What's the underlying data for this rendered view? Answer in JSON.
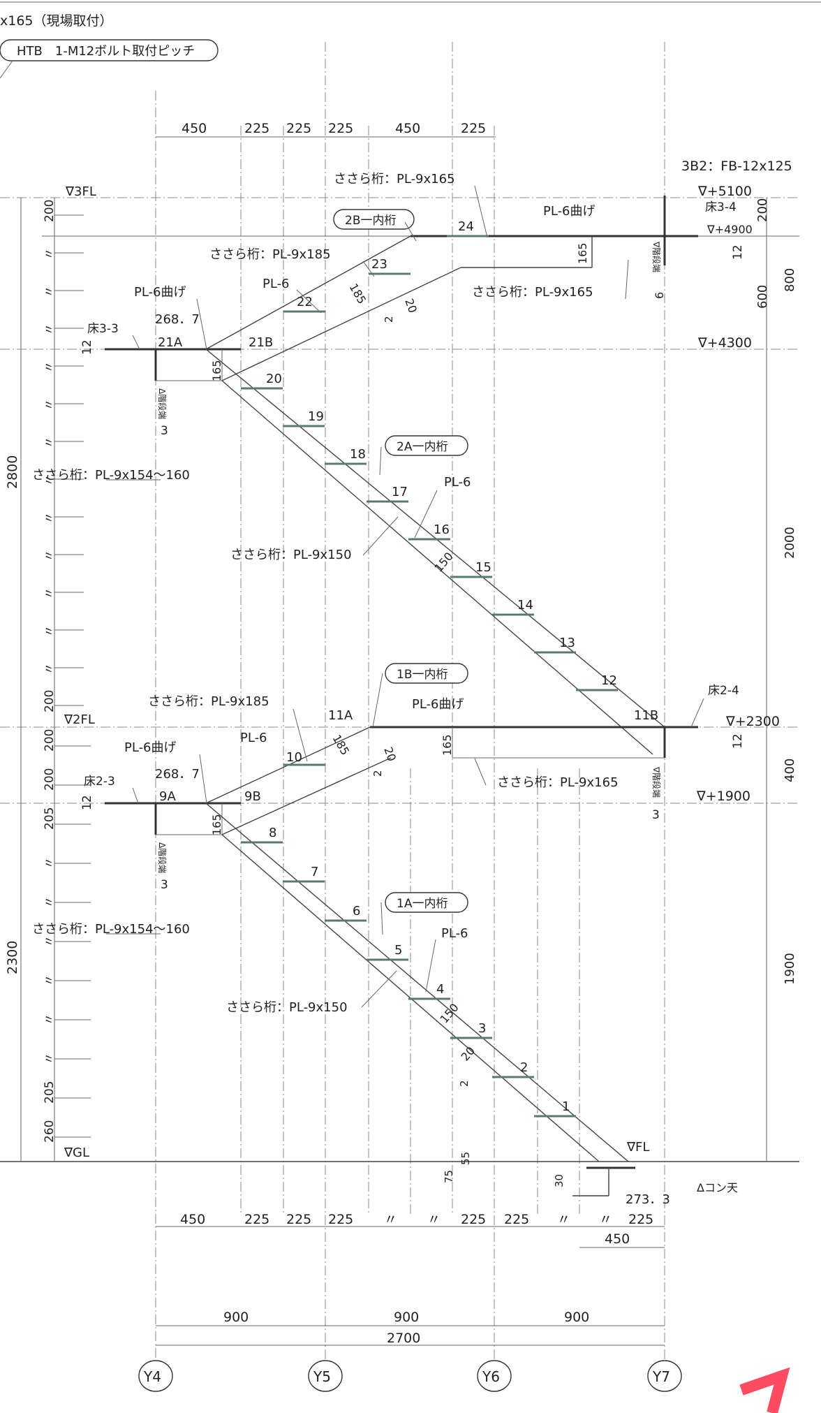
{
  "colors": {
    "line": "#444444",
    "tread": "#5a7a70",
    "accent": "#ff4c63",
    "text": "#222222"
  },
  "header": {
    "top_note": "x165（現場取付）",
    "bolt_note": "HTB　1-M12ボルト取付ピッチ"
  },
  "grid_axes": [
    "Y4",
    "Y5",
    "Y6",
    "Y7"
  ],
  "levels": {
    "third_floor": "∇3FL",
    "second_floor": "∇2FL",
    "ground": "∇GL",
    "fl": "∇FL",
    "concrete_top": "Δコン天"
  },
  "top_dims": [
    "450",
    "225",
    "225",
    "225",
    "450",
    "225"
  ],
  "bottom_dims": [
    "450",
    "225",
    "225",
    "225",
    "〃",
    "〃",
    "225",
    "225",
    "〃",
    "〃",
    "225"
  ],
  "bottom_dim_450": "450",
  "bottom_dim_273": "273．3",
  "span_dims": [
    "900",
    "900",
    "900"
  ],
  "total_width": "2700",
  "left_vertical_dims": {
    "upper": [
      "200",
      "〃",
      "〃",
      "〃",
      "〃",
      "〃",
      "〃",
      "〃",
      "〃",
      "〃",
      "〃",
      "〃",
      "〃",
      "200"
    ],
    "lower": [
      "200",
      "200",
      "205",
      "〃",
      "〃",
      "〃",
      "〃",
      "〃",
      "〃",
      "205",
      "260"
    ],
    "total_upper": "2800",
    "total_lower": "2300"
  },
  "right_dims": {
    "d200": "200",
    "d800": "800",
    "d600": "600",
    "d2000": "2000",
    "d400": "400",
    "d1900": "1900",
    "d12a": "12",
    "d12b": "12"
  },
  "elevations": {
    "e5100": "∇+5100",
    "e4900": "∇+4900",
    "e4300": "∇+4300",
    "e2300": "∇+2300",
    "e1900": "∇+1900"
  },
  "labels": {
    "fb_3b2": "3B2：FB-12x125",
    "sasara_9x165_top": "ささら桁：PL-9x165",
    "inner_2b": "2B一内桁",
    "pl6_bend_top": "PL-6曲げ",
    "floor_3_4": "床3-4",
    "sasara_9x185_top": "ささら桁：PL-9x185",
    "pl6_top": "PL-6",
    "pl6_bend_left_top": "PL-6曲げ",
    "sasara_9x165_mid": "ささら桁：PL-9x165",
    "floor_3_3": "床3-3",
    "dim_268_top": "268．7",
    "step_21a": "21A",
    "step_21b": "21B",
    "sasara_154_top": "ささら桁：PL-9x154～160",
    "inner_2a": "2A一内桁",
    "pl6_2a": "PL-6",
    "sasara_150_top": "ささら桁：PL-9x150",
    "inner_1b": "1B一内桁",
    "sasara_9x185_mid": "ささら桁：PL-9x185",
    "step_11a": "11A",
    "step_11b": "11B",
    "pl6_bend_1b": "PL-6曲げ",
    "floor_2_4": "床2-4",
    "pl6_bend_left_mid": "PL-6曲げ",
    "pl6_mid": "PL-6",
    "floor_2_3": "床2-3",
    "dim_268_mid": "268．7",
    "step_9a": "9A",
    "step_9b": "9B",
    "sasara_9x165_low": "ささら桁：PL-9x165",
    "sasara_154_low": "ささら桁：PL-9x154～160",
    "inner_1a": "1A一内桁",
    "pl6_1a": "PL-6",
    "sasara_150_low": "ささら桁：PL-9x150",
    "kaidan_end": "∇階段端",
    "kaidan_end_up": "Δ階段端",
    "d185": "185",
    "d165": "165",
    "d150": "150",
    "d20": "20",
    "d2": "2",
    "d3": "3",
    "d6": "6",
    "d55": "55",
    "d75": "75",
    "d30": "30"
  },
  "steps_upper": [
    "20",
    "19",
    "18",
    "17",
    "16",
    "15",
    "14",
    "13",
    "12"
  ],
  "steps_upper_landing": [
    "22",
    "23",
    "24"
  ],
  "steps_lower": [
    "8",
    "7",
    "6",
    "5",
    "4",
    "3",
    "2",
    "1"
  ],
  "step_10": "10"
}
